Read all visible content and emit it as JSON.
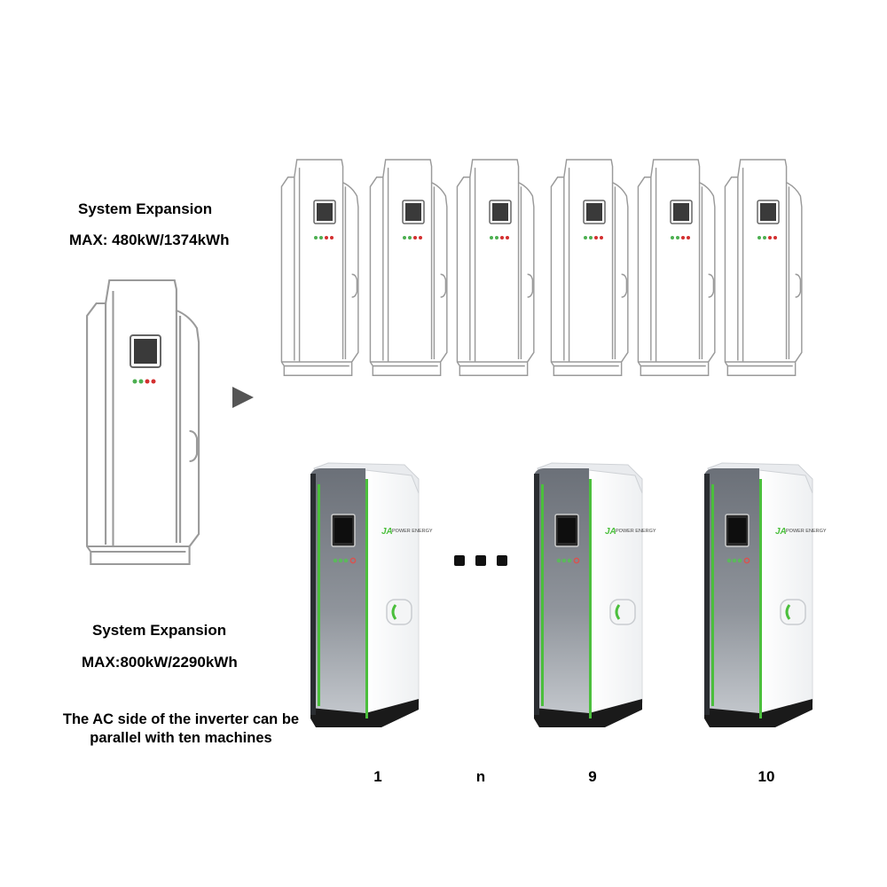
{
  "expansion_line_drawing": {
    "title": "System Expansion",
    "max": "MAX: 480kW/1374kWh"
  },
  "expansion_real": {
    "title": "System Expansion",
    "max": "MAX:800kW/2290kWh"
  },
  "note": "The AC side of the inverter can be parallel with ten machines",
  "unit_numbers": [
    "1",
    "n",
    "9",
    "10"
  ],
  "brand_text": "POWER ENERGY",
  "brand_logo": "JA",
  "colors": {
    "accent_green": "#4bbf3c",
    "cabinet_dark": "#5a5f66",
    "cabinet_light": "#9aa0a8",
    "led_green": "#5cb85c",
    "led_red": "#d9534f"
  }
}
